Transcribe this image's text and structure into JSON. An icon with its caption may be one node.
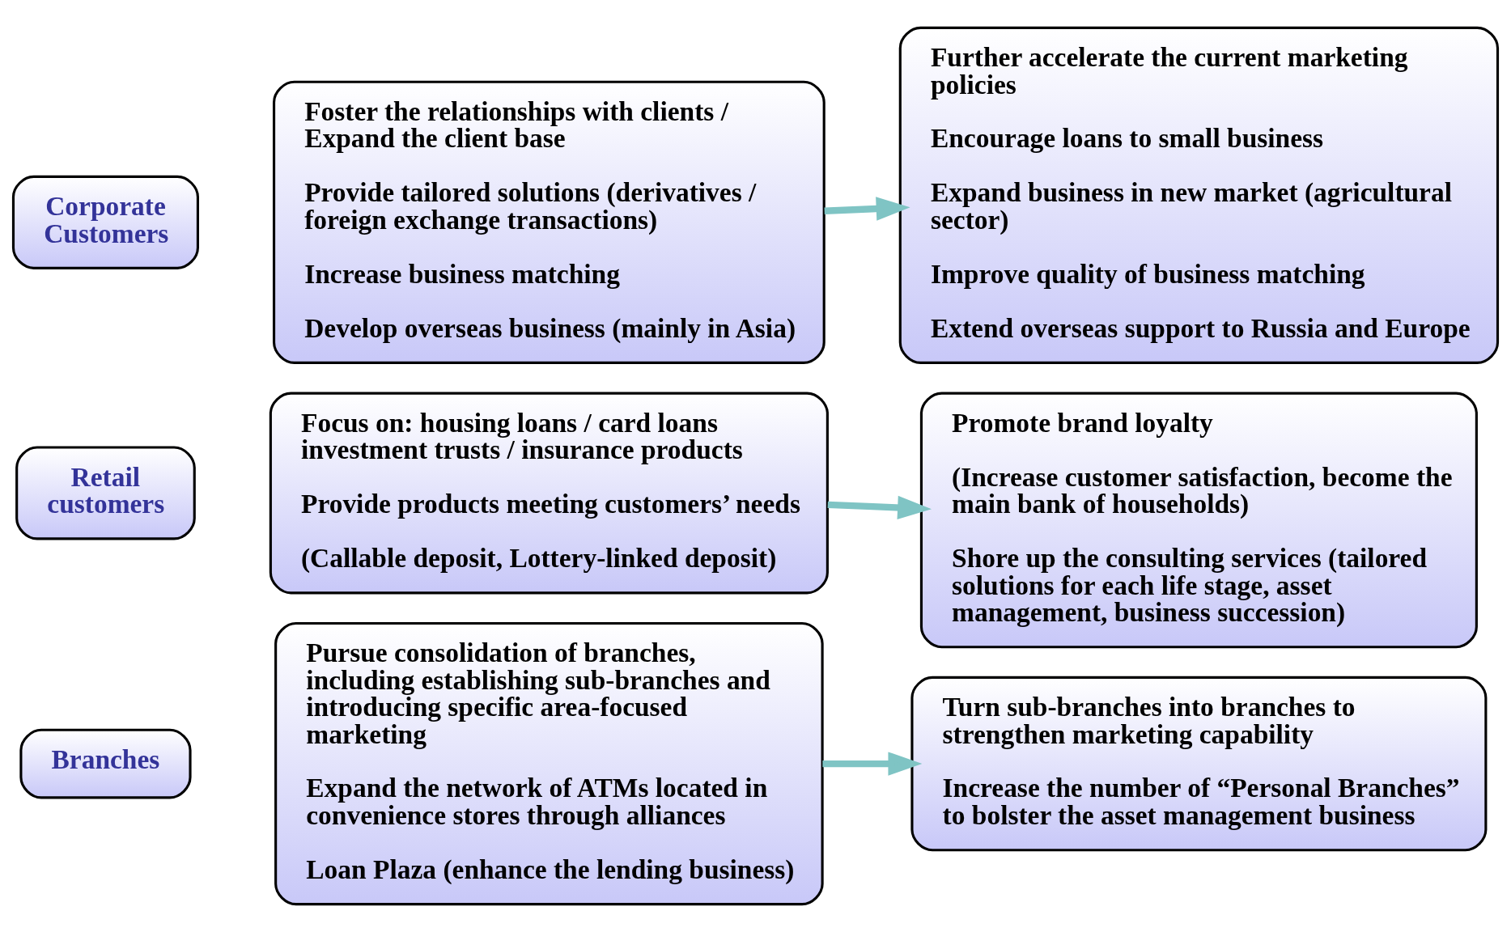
{
  "diagram": {
    "nodes": [
      {
        "text": [
          "Corporate Customers"
        ]
      },
      {
        "text": [
          "Foster the relationships with clients / Expand the client base",
          "Provide tailored solutions (derivatives / foreign exchange transactions)",
          "Increase business matching",
          "Develop overseas business (mainly in Asia)"
        ]
      },
      {
        "text": [
          "Further accelerate the current marketing policies",
          "Encourage loans to small business",
          "Expand business in new market (agricultural sector)",
          "Improve quality of business matching",
          "Extend overseas support to Russia and Europe"
        ]
      },
      {
        "text": [
          "Retail customers"
        ]
      },
      {
        "text": [
          "Focus on: housing loans / card loans investment trusts / insurance products",
          "Provide products meeting customers’ needs",
          "(Callable deposit, Lottery-linked deposit)"
        ]
      },
      {
        "text": [
          "Promote brand loyalty",
          "(Increase customer satisfaction, become the main bank of households)",
          "Shore up the consulting services (tailored solutions for each life stage, asset management, business succession)"
        ]
      },
      {
        "text": [
          "Branches"
        ]
      },
      {
        "text": [
          "Pursue consolidation of branches, including establishing sub-branches and introducing specific area-focused marketing",
          "Expand the network of ATMs located in convenience stores through alliances",
          "Loan Plaza (enhance the lending business)"
        ]
      },
      {
        "text": [
          "Turn sub-branches into branches to strengthen marketing capability",
          "Increase the number of “Personal Branches” to bolster the asset management business"
        ]
      }
    ],
    "edges": [
      {
        "from": 1,
        "to": 2,
        "arrow": "to"
      },
      {
        "from": 4,
        "to": 5,
        "arrow": "to"
      },
      {
        "from": 7,
        "to": 8,
        "arrow": "to"
      }
    ]
  }
}
